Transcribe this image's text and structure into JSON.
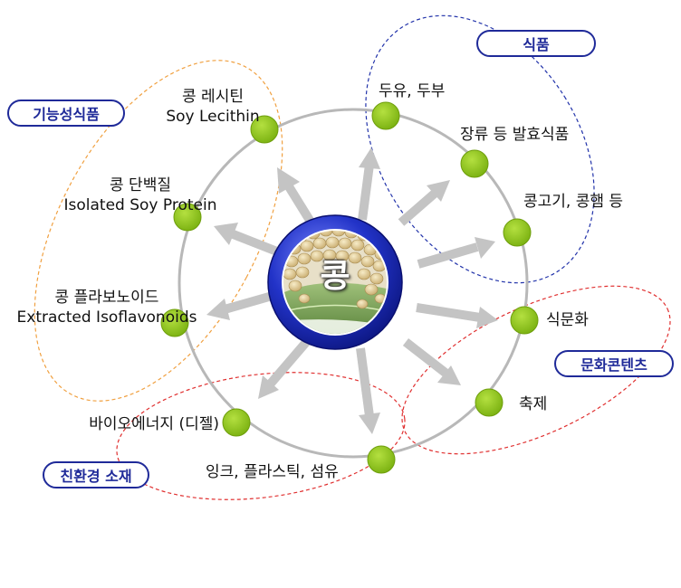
{
  "center": {
    "label": "콩"
  },
  "categories": {
    "functional": "기능성식품",
    "food": "식품",
    "culture": "문화콘텐츠",
    "eco": "친환경 소재"
  },
  "nodes": {
    "lecithin": {
      "ko": "콩 레시틴",
      "en": "Soy Lecithin"
    },
    "protein": {
      "ko": "콩 단백질",
      "en": "Isolated Soy Protein"
    },
    "isoflavone": {
      "ko": "콩 플라보노이드",
      "en": "Extracted Isoflavonoids"
    },
    "soymilk": {
      "ko": "두유, 두부"
    },
    "fermented": {
      "ko": "장류 등 발효식품"
    },
    "soymeat": {
      "ko": "콩고기, 콩햄 등"
    },
    "foodculture": {
      "ko": "식문화"
    },
    "festival": {
      "ko": "축제"
    },
    "bioenergy": {
      "ko": "바이오에너지 (디젤)"
    },
    "materials": {
      "ko": "잉크, 플라스틱, 섬유"
    }
  },
  "colors": {
    "node_green": "#8cc21a",
    "arrow_gray": "#c0c0c0",
    "ring_gray": "#b8b8b8",
    "category_border": "#1f2a99",
    "orange_dash": "#f0a040",
    "blue_dash": "#2233aa",
    "red_dash": "#e03030",
    "center_ring": "#2a3ad0"
  }
}
